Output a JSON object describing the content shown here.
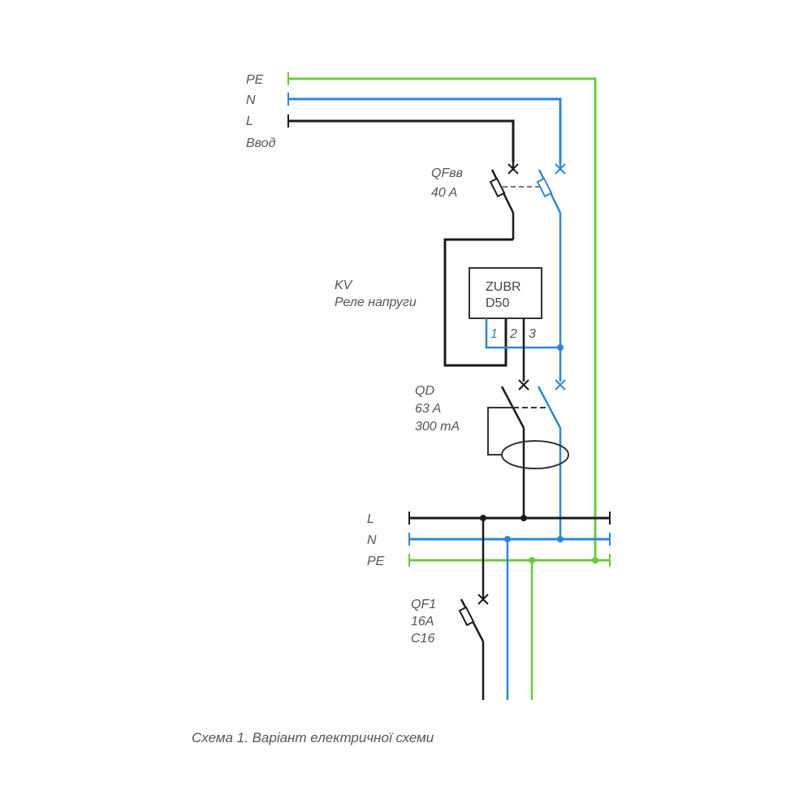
{
  "colors": {
    "phase": "#1a1a1a",
    "neutral": "#2f86d6",
    "earth": "#6cc93a",
    "dash": "#777777"
  },
  "input": {
    "pe_label": "PE",
    "n_label": "N",
    "l_label": "L",
    "title": "Ввод"
  },
  "main_breaker": {
    "name": "QFвв",
    "rating": "40 A"
  },
  "voltage_relay": {
    "name": "KV",
    "description": "Реле напруги",
    "model_line1": "ZUBR",
    "model_line2": "D50",
    "terminals": [
      "1",
      "2",
      "3"
    ]
  },
  "rcd": {
    "name": "QD",
    "rating": "63 A",
    "leakage": "300 mA"
  },
  "busbars": {
    "l_label": "L",
    "n_label": "N",
    "pe_label": "PE"
  },
  "branch_breaker": {
    "name": "QF1",
    "rating": "16A",
    "curve": "C16"
  },
  "caption": "Схема 1. Варіант електричної схеми"
}
